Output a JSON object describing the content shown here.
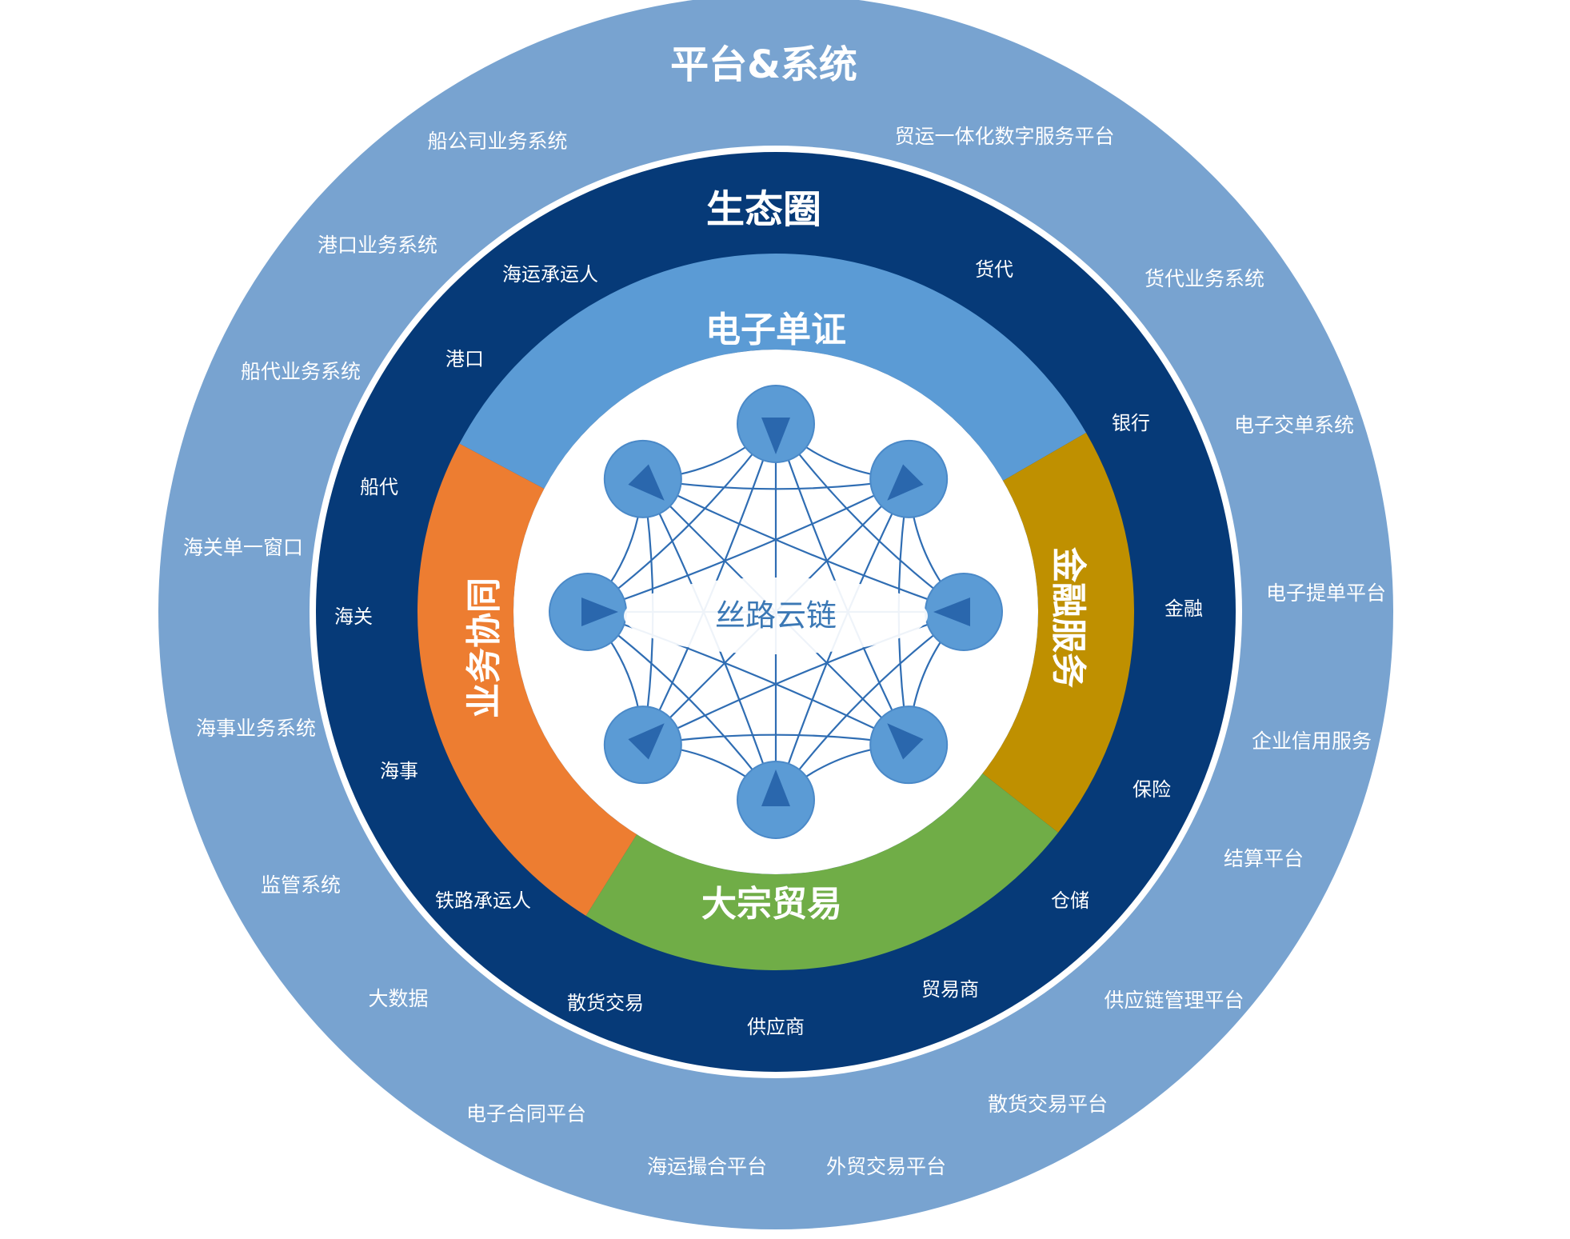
{
  "colors": {
    "outer_ring": "#78a3d0",
    "middle_ring": "#063a78",
    "segment_top": "#5b9bd5",
    "segment_left": "#ed7d31",
    "segment_right": "#bf9000",
    "segment_bottom": "#70ad47",
    "node": "#5b9bd5",
    "edge": "#2f6db3"
  },
  "outer_ring": {
    "title": "平台&系统",
    "items": [
      "船公司业务系统",
      "港口业务系统",
      "船代业务系统",
      "海关单一窗口",
      "海事业务系统",
      "监管系统",
      "大数据",
      "电子合同平台",
      "海运撮合平台",
      "外贸交易平台",
      "散货交易平台",
      "供应链管理平台",
      "结算平台",
      "企业信用服务",
      "电子提单平台",
      "电子交单系统",
      "货代业务系统",
      "贸运一体化数字服务平台"
    ]
  },
  "middle_ring": {
    "title": "生态圈",
    "items": [
      "海运承运人",
      "港口",
      "船代",
      "海关",
      "海事",
      "铁路承运人",
      "散货交易",
      "供应商",
      "贸易商",
      "仓储",
      "保险",
      "金融",
      "银行",
      "货代"
    ]
  },
  "inner_ring": {
    "segments": {
      "top": "电子单证",
      "left": "业务协同",
      "right": "金融服务",
      "bottom": "大宗贸易"
    }
  },
  "center": {
    "label": "丝路云链",
    "node_count": 8
  }
}
